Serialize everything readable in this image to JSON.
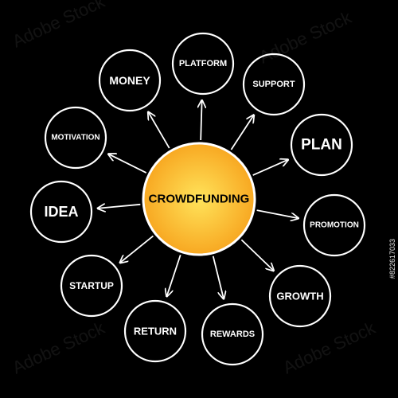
{
  "diagram": {
    "center": {
      "label": "CROWDFUNDING",
      "fill": "#f7a21c",
      "stroke": "#ffffff"
    },
    "nodes": [
      {
        "id": "platform",
        "label": "PLATFORM"
      },
      {
        "id": "support",
        "label": "SUPPORT"
      },
      {
        "id": "plan",
        "label": "PLAN"
      },
      {
        "id": "promotion",
        "label": "PROMOTION"
      },
      {
        "id": "growth",
        "label": "GROWTH"
      },
      {
        "id": "rewards",
        "label": "REWARDS"
      },
      {
        "id": "return",
        "label": "RETURN"
      },
      {
        "id": "startup",
        "label": "STARTUP"
      },
      {
        "id": "idea",
        "label": "IDEA"
      },
      {
        "id": "motivation",
        "label": "MOTIVATION"
      },
      {
        "id": "money",
        "label": "MONEY"
      }
    ],
    "colors": {
      "background": "#000000",
      "line": "#ffffff",
      "text": "#ffffff"
    }
  },
  "watermark": {
    "text": "Adobe Stock"
  },
  "stock_id": "#822617033"
}
